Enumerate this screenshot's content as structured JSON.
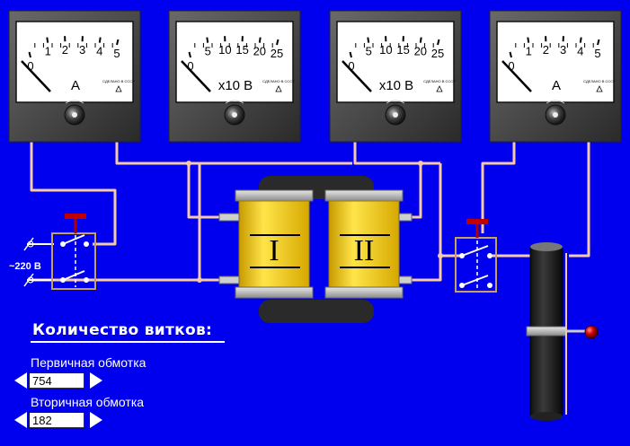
{
  "meters": [
    {
      "ticks": [
        "0",
        "1",
        "2",
        "3",
        "4",
        "5"
      ],
      "unit": "A",
      "maker": "СДЕЛАНО В СССР"
    },
    {
      "ticks": [
        "0",
        "5",
        "10",
        "15",
        "20",
        "25"
      ],
      "unit": "x10 В",
      "maker": "СДЕЛАНО В СССР"
    },
    {
      "ticks": [
        "0",
        "5",
        "10",
        "15",
        "20",
        "25"
      ],
      "unit": "x10 В",
      "maker": "СДЕЛАНО В СССР"
    },
    {
      "ticks": [
        "0",
        "1",
        "2",
        "3",
        "4",
        "5"
      ],
      "unit": "A",
      "maker": "СДЕЛАНО В СССР"
    }
  ],
  "transformer": {
    "primary_mark": "I",
    "secondary_mark": "II"
  },
  "supply_label": "~220 В",
  "turns": {
    "heading": "Количество витков:",
    "primary": {
      "label": "Первичная обмотка",
      "value": "754"
    },
    "secondary": {
      "label": "Вторичная обмотка",
      "value": "182"
    }
  },
  "colors": {
    "background": "#0000ee",
    "coil": "#f2c800",
    "wire": "#f6c9a8",
    "meter_case": "#4a4a4a",
    "lamp": "#cc0000"
  }
}
